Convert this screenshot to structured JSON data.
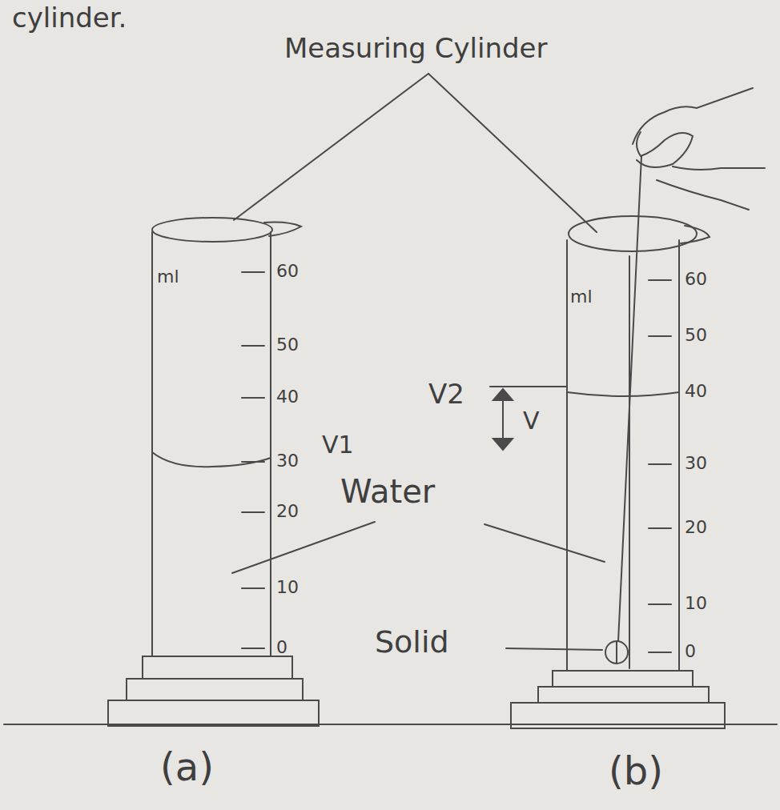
{
  "diagram": {
    "labels": [
      "cylinder.",
      "Measuring Cylinder",
      "ml",
      "60",
      "50",
      "40",
      "30",
      "20",
      "10",
      "0",
      "V1",
      "Water",
      "ml",
      "60",
      "50",
      "40",
      "30",
      "20",
      "10",
      "0",
      "V2",
      "V",
      "Solid",
      "(a)",
      "(b)"
    ]
  }
}
